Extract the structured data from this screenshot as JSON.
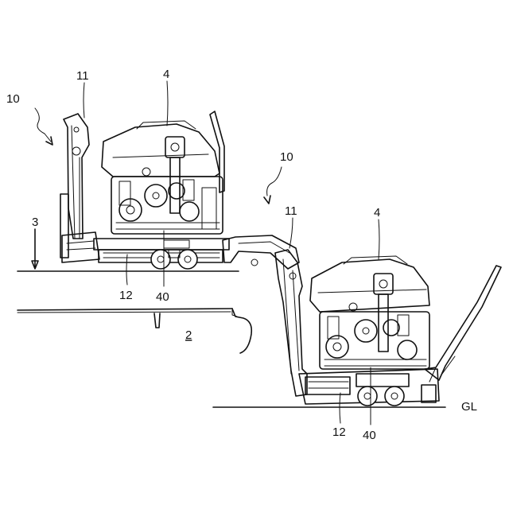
{
  "labels": {
    "ref_10_left": "10",
    "ref_11_left": "11",
    "ref_4_left": "4",
    "ref_3": "3",
    "ref_12_left": "12",
    "ref_40_left": "40",
    "ref_2": "2",
    "ref_10_right": "10",
    "ref_11_right": "11",
    "ref_4_right": "4",
    "ref_12_right": "12",
    "ref_40_right": "40",
    "ref_gl": "GL"
  }
}
